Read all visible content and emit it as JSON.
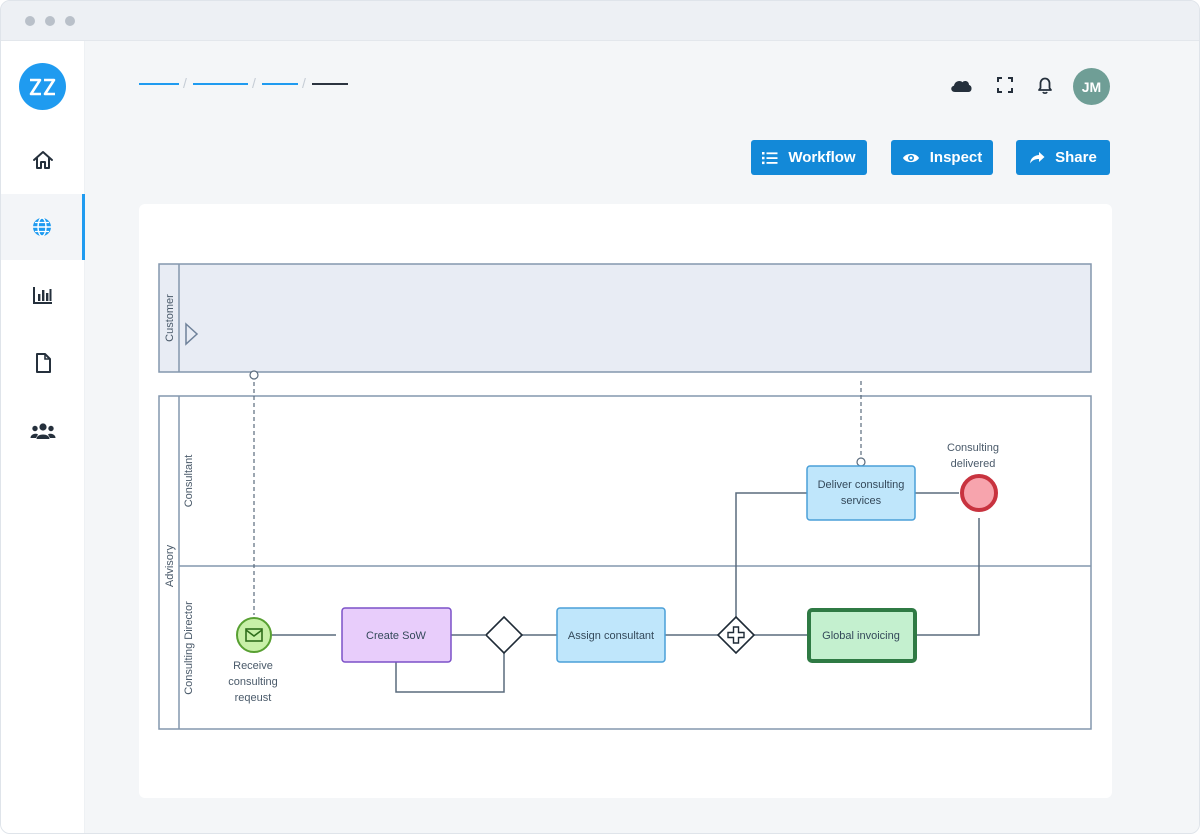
{
  "window": {
    "title_dots": [
      "close",
      "minimize",
      "maximize"
    ]
  },
  "sidebar": {
    "logo_text": "ZZ",
    "items": [
      {
        "name": "home",
        "icon": "home-icon",
        "active": false
      },
      {
        "name": "globe",
        "icon": "globe-icon",
        "active": true
      },
      {
        "name": "analytics",
        "icon": "bar-chart-icon",
        "active": false
      },
      {
        "name": "documents",
        "icon": "file-icon",
        "active": false
      },
      {
        "name": "team",
        "icon": "users-icon",
        "active": false
      }
    ]
  },
  "header": {
    "breadcrumb_separators": [
      "/",
      "/",
      "/"
    ],
    "avatar_initials": "JM",
    "icons": [
      "cloud-icon",
      "fullscreen-icon",
      "bell-icon"
    ]
  },
  "toolbar": {
    "workflow_label": "Workflow",
    "inspect_label": "Inspect",
    "share_label": "Share"
  },
  "diagram": {
    "pools": {
      "customer": "Customer",
      "advisory": "Advisory"
    },
    "lanes": {
      "consultant": "Consultant",
      "director": "Consulting Director"
    },
    "start_event": {
      "label_lines": [
        "Receive",
        "consulting",
        "reqeust"
      ]
    },
    "tasks": {
      "create_sow": "Create SoW",
      "assign_consultant": "Assign consultant",
      "deliver_lines": [
        "Deliver consulting",
        "services"
      ],
      "global_invoicing": "Global invoicing"
    },
    "end_event": {
      "label_lines": [
        "Consulting",
        "delivered"
      ]
    }
  },
  "colors": {
    "accent": "#1389d8",
    "pool_fill": "#e8ecf4",
    "pool_stroke": "#8497ad",
    "start_fill": "#c8f0a8",
    "start_stroke": "#58a032",
    "end_fill": "#f7a4ad",
    "end_stroke": "#c8333f",
    "create_fill": "#e8cdfb",
    "create_stroke": "#7b50c8",
    "assign_fill": "#bfe6fb",
    "assign_stroke": "#4a9fd8",
    "invoice_fill": "#c4f0cf",
    "invoice_stroke": "#2f7a44"
  }
}
